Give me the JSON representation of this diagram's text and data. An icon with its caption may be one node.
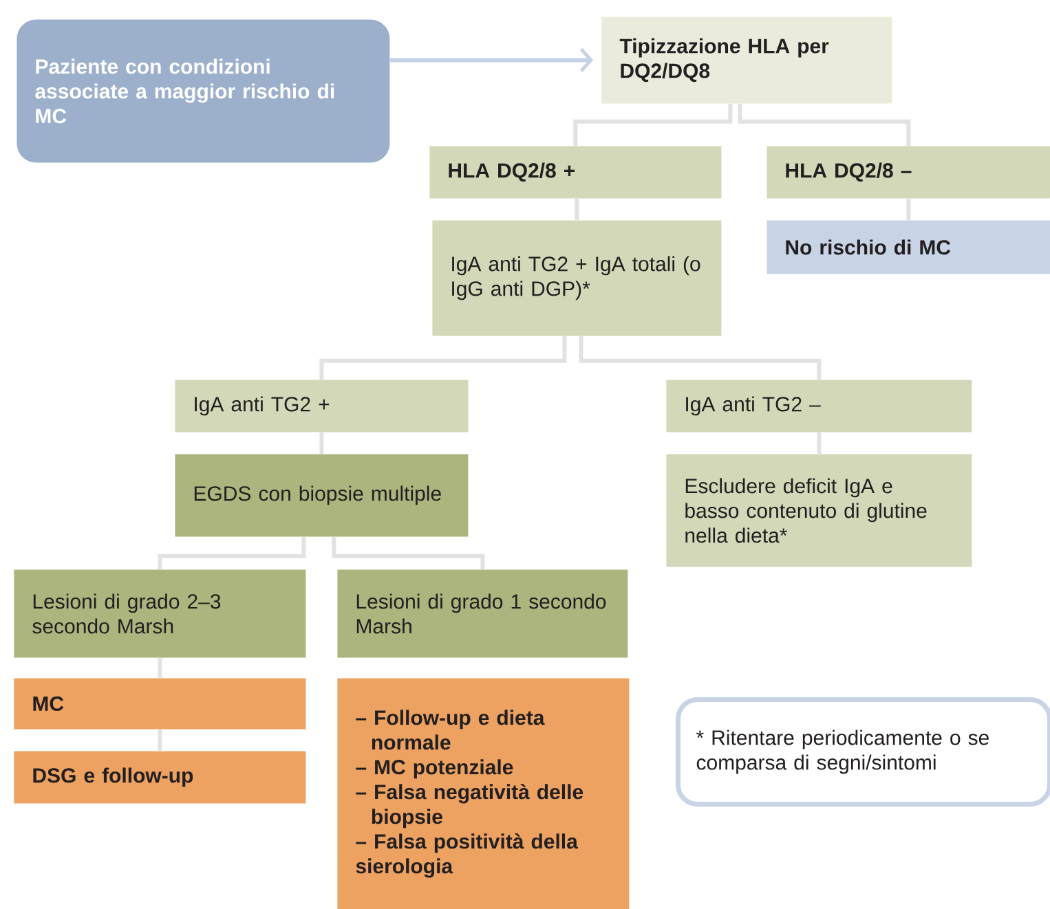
{
  "diagram": {
    "nodes": [
      {
        "text": [
          "Paziente con condizioni associate a maggior rischio di MC"
        ]
      },
      {
        "text": [
          "Tipizzazione HLA per DQ2/DQ8"
        ]
      },
      {
        "text": [
          "HLA DQ2/8 +"
        ]
      },
      {
        "text": [
          "HLA DQ2/8 –"
        ]
      },
      {
        "text": [
          "IgA anti TG2 + IgA totali (o IgG anti DGP)*"
        ]
      },
      {
        "text": [
          "No rischio di MC"
        ]
      },
      {
        "text": [
          "IgA anti TG2 +"
        ]
      },
      {
        "text": [
          "IgA anti TG2 –"
        ]
      },
      {
        "text": [
          "EGDS con biopsie multiple"
        ]
      },
      {
        "text": [
          "Escludere deficit IgA e basso contenuto di glutine nella dieta*"
        ]
      },
      {
        "text": [
          "Lesioni di grado 2–3 secondo Marsh"
        ]
      },
      {
        "text": [
          "Lesioni di grado 1 secondo Marsh"
        ]
      },
      {
        "text": [
          "MC"
        ]
      },
      {
        "text": [
          "DSG e follow-up"
        ]
      },
      {
        "text": [
          "– Follow-up e dieta normale",
          "– MC potenziale",
          "– Falsa negatività delle biopsie",
          "– Falsa positività della sierologia"
        ]
      },
      {
        "text": [
          "* Ritentare periodicamente o se comparsa di segni/sintomi"
        ]
      }
    ],
    "edges": [
      {
        "from": 0,
        "to": 1,
        "arrow": "to",
        "color": "#c5d2e6"
      },
      {
        "from": 1,
        "to": 2,
        "arrow": "none"
      },
      {
        "from": 1,
        "to": 3,
        "arrow": "none"
      },
      {
        "from": 2,
        "to": 4,
        "arrow": "none"
      },
      {
        "from": 3,
        "to": 5,
        "arrow": "none"
      },
      {
        "from": 4,
        "to": 6,
        "arrow": "none"
      },
      {
        "from": 4,
        "to": 7,
        "arrow": "none"
      },
      {
        "from": 6,
        "to": 8,
        "arrow": "none"
      },
      {
        "from": 7,
        "to": 9,
        "arrow": "none"
      },
      {
        "from": 8,
        "to": 10,
        "arrow": "none"
      },
      {
        "from": 8,
        "to": 11,
        "arrow": "none"
      },
      {
        "from": 10,
        "to": 12,
        "arrow": "none"
      },
      {
        "from": 12,
        "to": 13,
        "arrow": "none"
      }
    ]
  }
}
